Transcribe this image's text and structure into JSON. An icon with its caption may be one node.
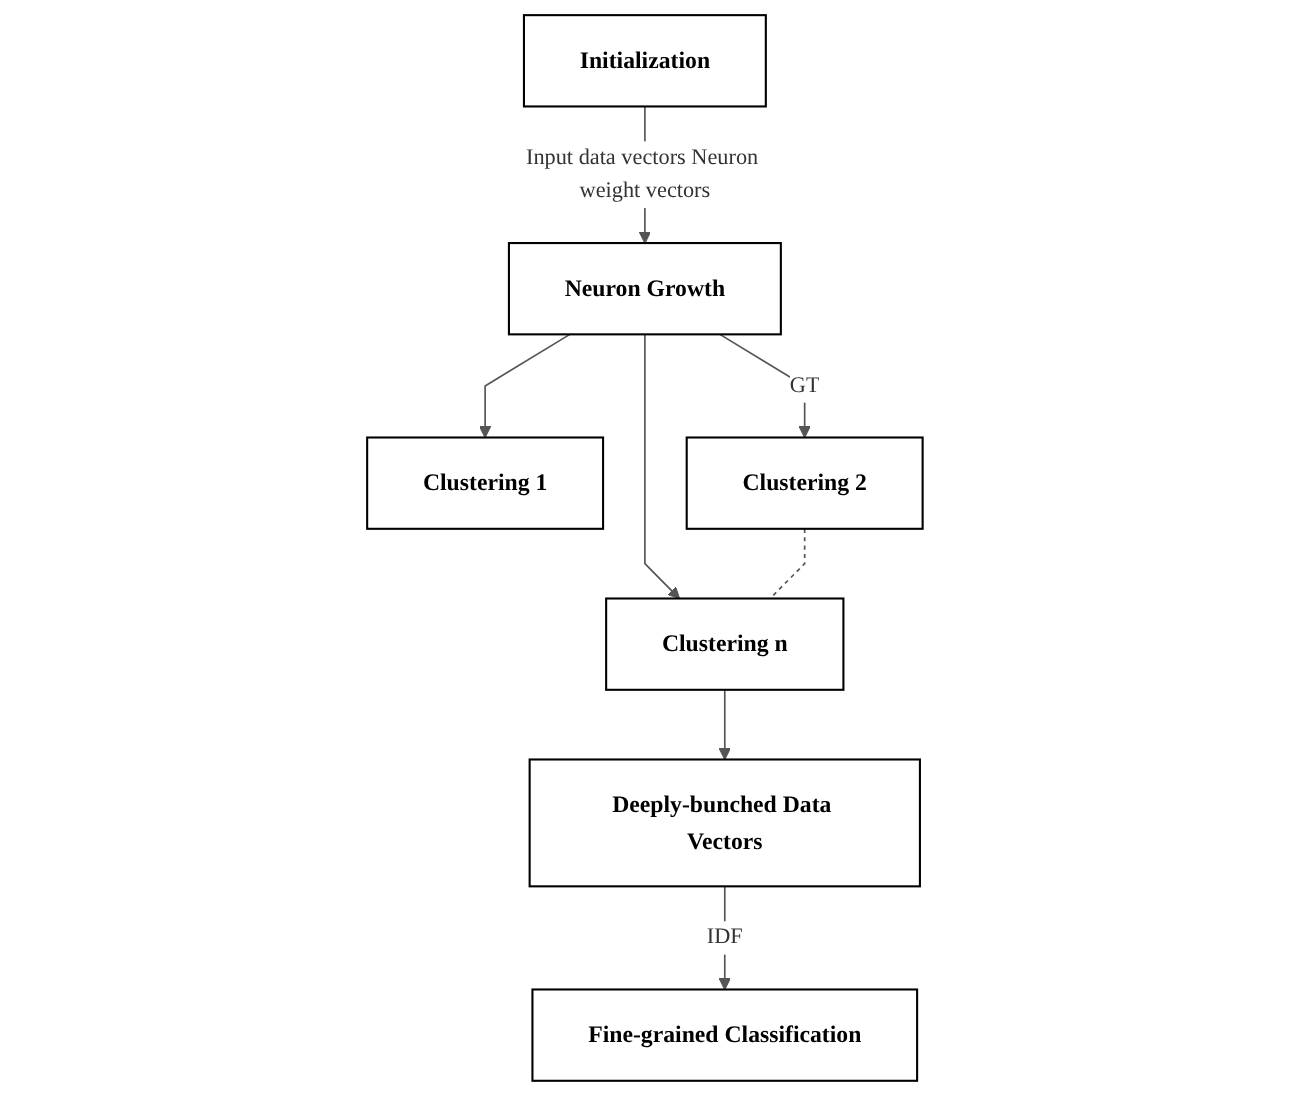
{
  "diagram": {
    "nodes": [
      {
        "text": [
          "Initialization"
        ]
      },
      {
        "text": [
          "Neuron Growth"
        ]
      },
      {
        "text": [
          "Clustering 1"
        ]
      },
      {
        "text": [
          "Clustering 2"
        ]
      },
      {
        "text": [
          "Clustering n"
        ]
      },
      {
        "text": [
          "Deeply-bunched Data Vectors"
        ]
      },
      {
        "text": [
          "Fine-grained Classification"
        ]
      }
    ],
    "edges": [
      {
        "from": 0,
        "to": 1,
        "arrow": "to",
        "label": "Input data vectors Neuron weight vectors"
      },
      {
        "from": 1,
        "to": 2,
        "arrow": "to"
      },
      {
        "from": 1,
        "to": 3,
        "arrow": "to",
        "label": "GT"
      },
      {
        "from": 1,
        "to": 4,
        "arrow": "to"
      },
      {
        "from": 3,
        "to": 4,
        "arrow": "none",
        "style": "dashed"
      },
      {
        "from": 4,
        "to": 5,
        "arrow": "to"
      },
      {
        "from": 5,
        "to": 6,
        "arrow": "to",
        "label": "IDF"
      }
    ]
  }
}
